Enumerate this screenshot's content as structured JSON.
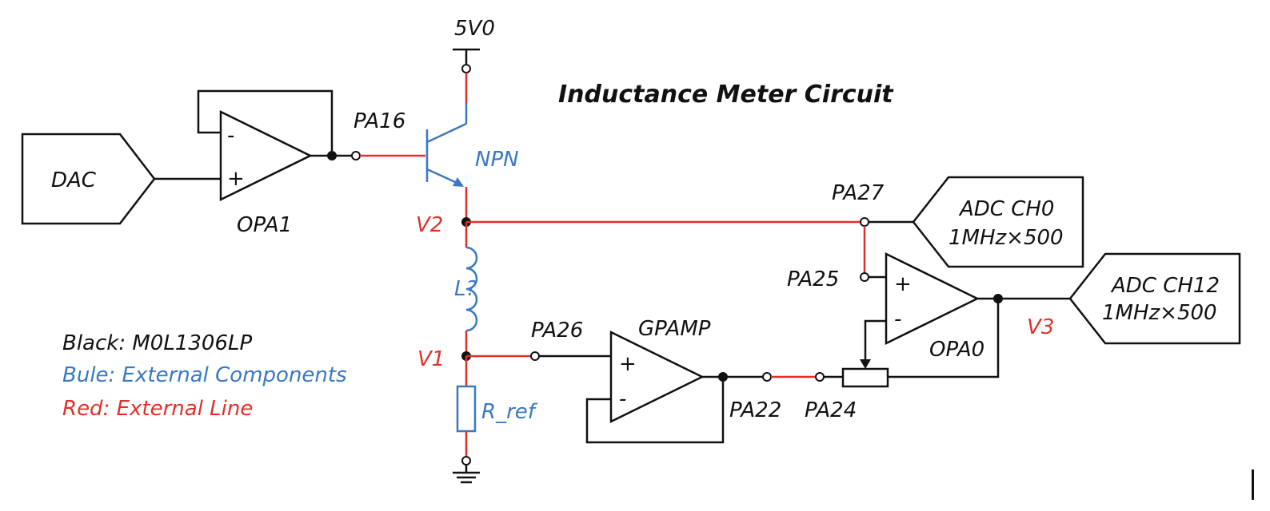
{
  "title": "Inductance Meter Circuit",
  "colors": {
    "black": "#111111",
    "red": "#e0302a",
    "blue": "#3a78c4"
  },
  "supply": "5V0",
  "blocks": {
    "dac": "DAC",
    "adc0_line1": "ADC CH0",
    "adc0_line2": "1MHz×500",
    "adc12_line1": "ADC CH12",
    "adc12_line2": "1MHz×500"
  },
  "opamps": {
    "opa1": "OPA1",
    "gpamp": "GPAMP",
    "opa0": "OPA0",
    "plus": "+",
    "minus": "-"
  },
  "pins": {
    "pa16": "PA16",
    "pa27": "PA27",
    "pa25": "PA25",
    "pa26": "PA26",
    "pa22": "PA22",
    "pa24": "PA24"
  },
  "components": {
    "npn": "NPN",
    "inductor": "L?",
    "resistor": "R_ref"
  },
  "nodes": {
    "v1": "V1",
    "v2": "V2",
    "v3": "V3"
  },
  "legend": {
    "black": "Black:  M0L1306LP",
    "blue": "Bule:  External Components",
    "red": "Red:  External Line"
  }
}
